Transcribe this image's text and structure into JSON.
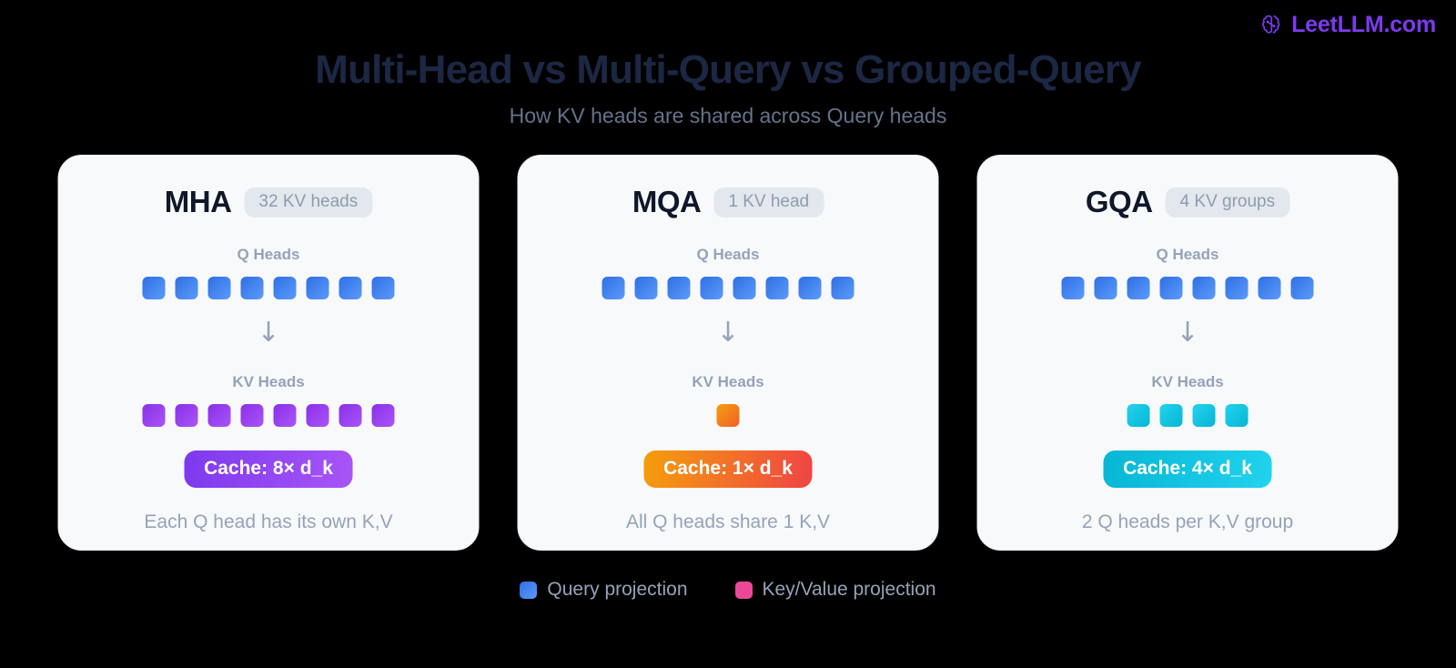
{
  "brand": {
    "name": "LeetLLM.com",
    "icon": "brain-circuit-icon",
    "color": "#7c3aed"
  },
  "header": {
    "title": "Multi-Head vs Multi-Query vs Grouped-Query",
    "subtitle": "How KV heads are shared across Query heads",
    "title_color": "#1c2744",
    "subtitle_color": "#64748b"
  },
  "cards": [
    {
      "title": "MHA",
      "badge": "32 KV heads",
      "q_label": "Q Heads",
      "q_count": 8,
      "arrow": "↓",
      "kv_label": "KV Heads",
      "kv_count": 8,
      "kv_color_class": "kv-purple",
      "kv_color": "#a855f7",
      "cache_label": "Cache: 8× d_k",
      "cache_color_class": "purple",
      "caption": "Each Q head has its own K,V"
    },
    {
      "title": "MQA",
      "badge": "1 KV head",
      "q_label": "Q Heads",
      "q_count": 8,
      "arrow": "↓",
      "kv_label": "KV Heads",
      "kv_count": 1,
      "kv_color_class": "kv-orange",
      "kv_color": "#f97316",
      "cache_label": "Cache: 1× d_k",
      "cache_color_class": "orange",
      "caption": "All Q heads share 1 K,V"
    },
    {
      "title": "GQA",
      "badge": "4 KV groups",
      "q_label": "Q Heads",
      "q_count": 8,
      "arrow": "↓",
      "kv_label": "KV Heads",
      "kv_count": 4,
      "kv_color_class": "kv-cyan",
      "kv_color": "#22d3ee",
      "cache_label": "Cache: 4× d_k",
      "cache_color_class": "cyan",
      "caption": "2 Q heads per K,V group"
    }
  ],
  "legend": [
    {
      "label": "Query projection",
      "swatch_class": "q",
      "color": "#3b82f6"
    },
    {
      "label": "Key/Value projection",
      "swatch_class": "kv",
      "color": "#ec4899"
    }
  ]
}
